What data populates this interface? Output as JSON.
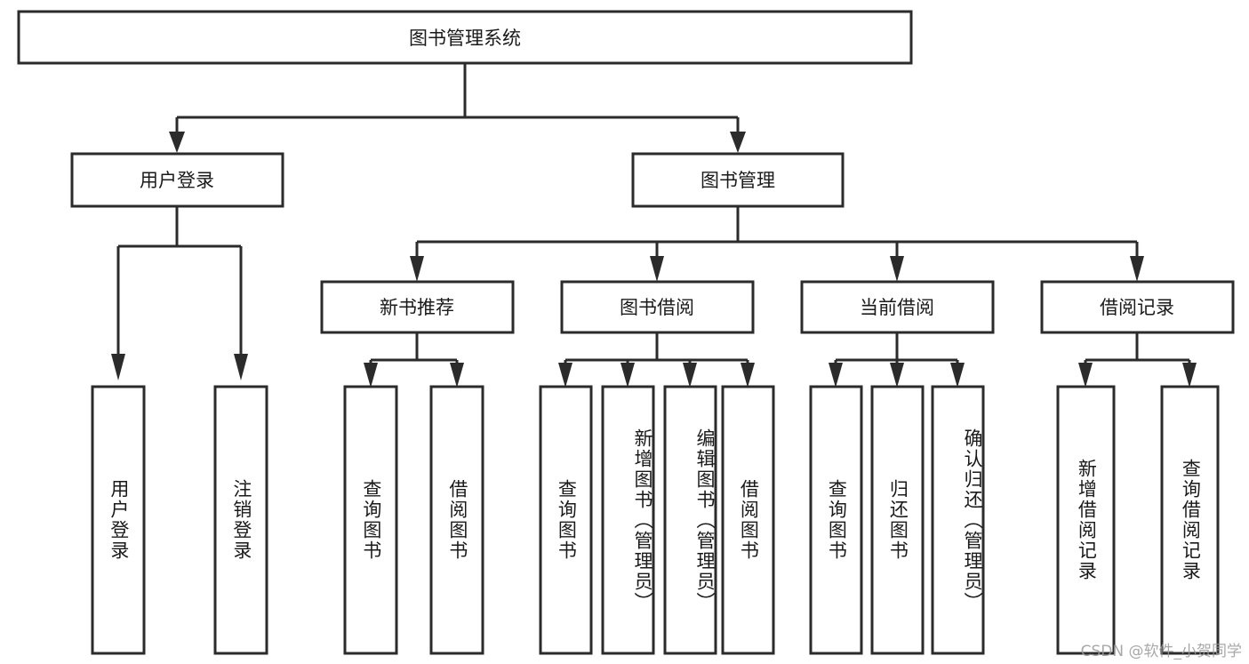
{
  "diagram": {
    "type": "tree-hierarchy",
    "title": "图书管理系统",
    "orientation": "top-down",
    "colors": {
      "box_stroke": "#2b2b2b",
      "box_fill": "#ffffff",
      "connector": "#2b2b2b",
      "text": "#1a1a1a",
      "background": "#ffffff",
      "watermark": "#9a9a9a"
    },
    "root": {
      "id": "root",
      "label": "图书管理系统",
      "orientation": "horizontal"
    },
    "level2": [
      {
        "id": "user-login",
        "label": "用户登录",
        "orientation": "horizontal"
      },
      {
        "id": "book-manage",
        "label": "图书管理",
        "orientation": "horizontal"
      }
    ],
    "level3": [
      {
        "id": "new-book-recommend",
        "label": "新书推荐",
        "parent": "book-manage",
        "orientation": "horizontal"
      },
      {
        "id": "book-borrow",
        "label": "图书借阅",
        "parent": "book-manage",
        "orientation": "horizontal"
      },
      {
        "id": "current-borrow",
        "label": "当前借阅",
        "parent": "book-manage",
        "orientation": "horizontal"
      },
      {
        "id": "borrow-record",
        "label": "借阅记录",
        "parent": "book-manage",
        "orientation": "horizontal"
      }
    ],
    "leaves": [
      {
        "id": "leaf-user-login",
        "label": "用户登录",
        "parent": "user-login",
        "orientation": "vertical"
      },
      {
        "id": "leaf-logout-login",
        "label": "注销登录",
        "parent": "user-login",
        "orientation": "vertical"
      },
      {
        "id": "leaf-query-book-1",
        "label": "查询图书",
        "parent": "new-book-recommend",
        "orientation": "vertical"
      },
      {
        "id": "leaf-borrow-book-1",
        "label": "借阅图书",
        "parent": "new-book-recommend",
        "orientation": "vertical"
      },
      {
        "id": "leaf-query-book-2",
        "label": "查询图书",
        "parent": "book-borrow",
        "orientation": "vertical"
      },
      {
        "id": "leaf-add-book",
        "label": "新增图书（管理员）",
        "parent": "book-borrow",
        "orientation": "vertical"
      },
      {
        "id": "leaf-edit-book",
        "label": "编辑图书（管理员）",
        "parent": "book-borrow",
        "orientation": "vertical"
      },
      {
        "id": "leaf-borrow-book-2",
        "label": "借阅图书",
        "parent": "book-borrow",
        "orientation": "vertical"
      },
      {
        "id": "leaf-query-book-3",
        "label": "查询图书",
        "parent": "current-borrow",
        "orientation": "vertical"
      },
      {
        "id": "leaf-return-book",
        "label": "归还图书",
        "parent": "current-borrow",
        "orientation": "vertical"
      },
      {
        "id": "leaf-confirm-return",
        "label": "确认归还（管理员）",
        "parent": "current-borrow",
        "orientation": "vertical"
      },
      {
        "id": "leaf-add-record",
        "label": "新增借阅记录",
        "parent": "borrow-record",
        "orientation": "vertical"
      },
      {
        "id": "leaf-query-record",
        "label": "查询借阅记录",
        "parent": "borrow-record",
        "orientation": "vertical"
      }
    ]
  },
  "watermark": {
    "text": "CSDN @软件_小贺同学"
  }
}
